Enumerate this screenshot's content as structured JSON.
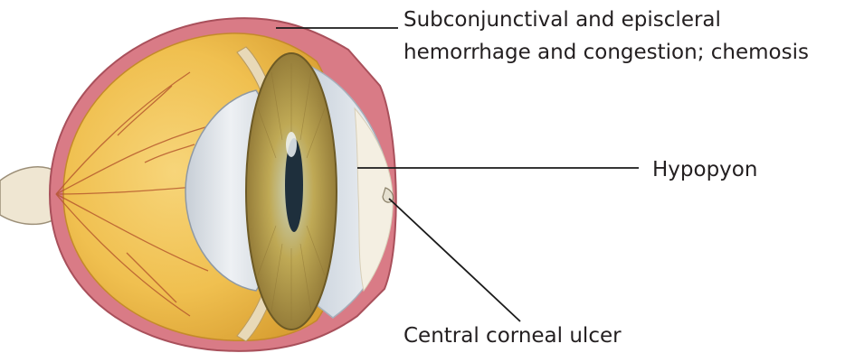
{
  "labels": {
    "subconjunctival_line1": "Subconjunctival and episcleral",
    "subconjunctival_line2": "hemorrhage and congestion; chemosis",
    "hypopyon": "Hypopyon",
    "central_corneal_ulcer": "Central corneal ulcer"
  },
  "colors": {
    "background": "#ffffff",
    "label_text": "#231f20",
    "leader_line": "#1a1a1a",
    "vitreous_yellow": "#f0c050",
    "sclera_pink": "#d97b86",
    "lens_gray": "#dde3ea",
    "iris_olive": "#b49a4a",
    "pupil_dark": "#1e2f3c"
  }
}
